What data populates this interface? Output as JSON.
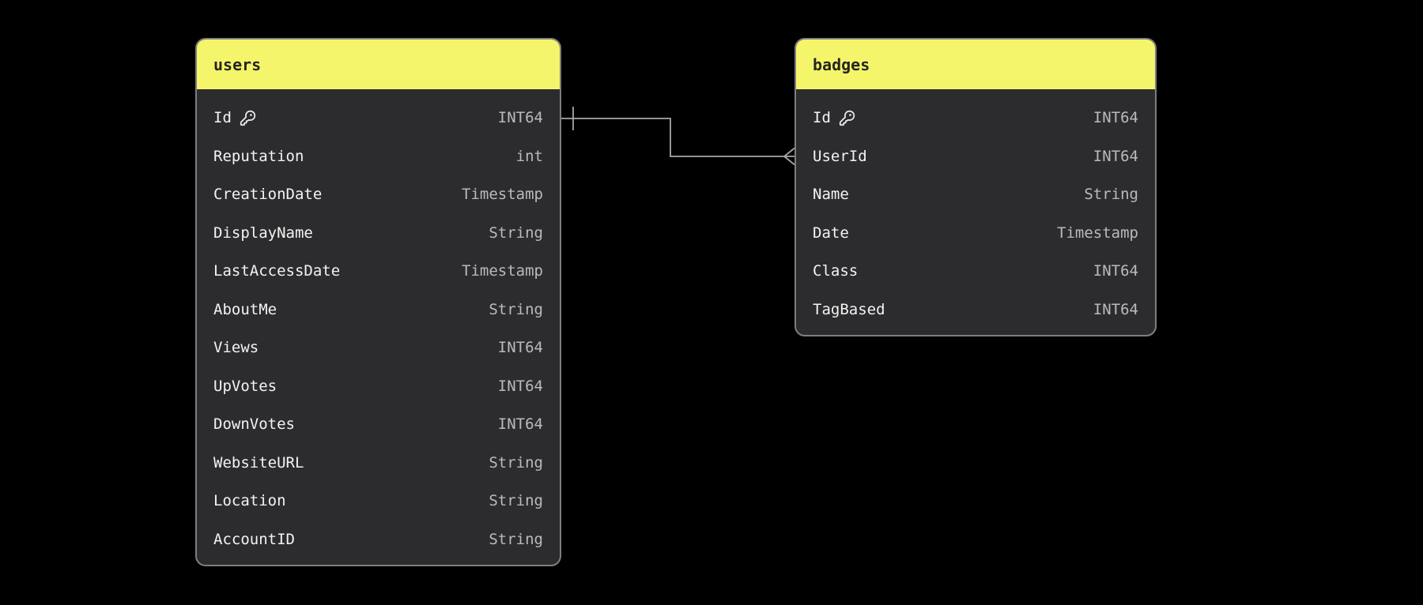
{
  "canvas": {
    "background_color": "#000000"
  },
  "tables": [
    {
      "name": "users",
      "header_color": "#f5f56b",
      "fields": [
        {
          "name": "Id",
          "type": "INT64",
          "primary_key": true
        },
        {
          "name": "Reputation",
          "type": "int",
          "primary_key": false
        },
        {
          "name": "CreationDate",
          "type": "Timestamp",
          "primary_key": false
        },
        {
          "name": "DisplayName",
          "type": "String",
          "primary_key": false
        },
        {
          "name": "LastAccessDate",
          "type": "Timestamp",
          "primary_key": false
        },
        {
          "name": "AboutMe",
          "type": "String",
          "primary_key": false
        },
        {
          "name": "Views",
          "type": "INT64",
          "primary_key": false
        },
        {
          "name": "UpVotes",
          "type": "INT64",
          "primary_key": false
        },
        {
          "name": "DownVotes",
          "type": "INT64",
          "primary_key": false
        },
        {
          "name": "WebsiteURL",
          "type": "String",
          "primary_key": false
        },
        {
          "name": "Location",
          "type": "String",
          "primary_key": false
        },
        {
          "name": "AccountID",
          "type": "String",
          "primary_key": false
        }
      ]
    },
    {
      "name": "badges",
      "header_color": "#f5f56b",
      "fields": [
        {
          "name": "Id",
          "type": "INT64",
          "primary_key": true
        },
        {
          "name": "UserId",
          "type": "INT64",
          "primary_key": false
        },
        {
          "name": "Name",
          "type": "String",
          "primary_key": false
        },
        {
          "name": "Date",
          "type": "Timestamp",
          "primary_key": false
        },
        {
          "name": "Class",
          "type": "INT64",
          "primary_key": false
        },
        {
          "name": "TagBased",
          "type": "INT64",
          "primary_key": false
        }
      ]
    }
  ],
  "relationship": {
    "from": "users.Id",
    "to": "badges.UserId",
    "from_cardinality": "one",
    "to_cardinality": "many",
    "line_color": "#a6a6a6"
  }
}
